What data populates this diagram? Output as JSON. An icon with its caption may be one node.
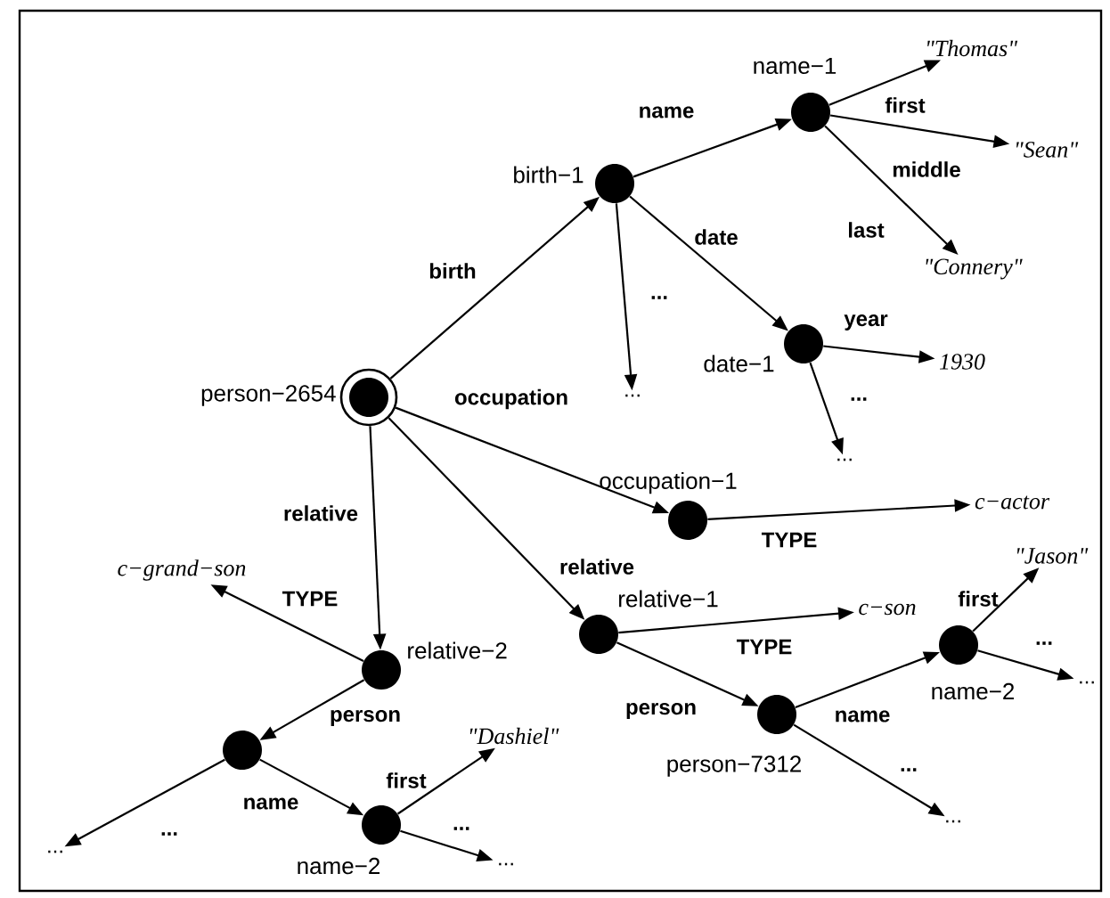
{
  "diagram": {
    "nodes": [
      {
        "text": [],
        "shape": "circle",
        "beside": [
          "person−2654"
        ]
      },
      {
        "text": [],
        "shape": "circle",
        "beside": [
          "birth−1"
        ]
      },
      {
        "text": [],
        "shape": "circle",
        "beside": [
          "name−1"
        ]
      },
      {
        "text": [
          "\"Thomas\""
        ]
      },
      {
        "text": [
          "\"Sean\""
        ]
      },
      {
        "text": [
          "\"Connery\""
        ]
      },
      {
        "text": [
          "..."
        ]
      },
      {
        "text": [],
        "shape": "circle",
        "beside": [
          "date−1"
        ]
      },
      {
        "text": [
          "1930"
        ]
      },
      {
        "text": [
          "..."
        ]
      },
      {
        "text": [],
        "shape": "circle",
        "beside": [
          "occupation−1"
        ]
      },
      {
        "text": [
          "c−actor"
        ]
      },
      {
        "text": [],
        "shape": "circle",
        "beside": [
          "relative−2"
        ]
      },
      {
        "text": [
          "c−grand−son"
        ]
      },
      {
        "text": [],
        "shape": "circle",
        "beside": [
          "relative−1"
        ]
      },
      {
        "text": [
          "c−son"
        ]
      },
      {
        "text": [],
        "shape": "circle",
        "beside": [
          "person−7312"
        ]
      },
      {
        "text": [],
        "shape": "circle",
        "beside": [
          "name−2"
        ]
      },
      {
        "text": [
          "\"Jason\""
        ]
      },
      {
        "text": [
          "..."
        ]
      },
      {
        "text": [
          "..."
        ]
      },
      {
        "text": [],
        "shape": "circle"
      },
      {
        "text": [],
        "shape": "circle",
        "beside": [
          "name−2"
        ]
      },
      {
        "text": [
          "\"Dashiel\""
        ]
      },
      {
        "text": [
          "..."
        ]
      },
      {
        "text": [
          "..."
        ]
      }
    ],
    "edges": [
      {
        "from": 0,
        "to": 1,
        "arrow": "to",
        "label": "birth"
      },
      {
        "from": 1,
        "to": 2,
        "arrow": "to",
        "label": "name"
      },
      {
        "from": 2,
        "to": 3,
        "arrow": "to",
        "label": "first"
      },
      {
        "from": 2,
        "to": 4,
        "arrow": "to",
        "label": "middle"
      },
      {
        "from": 2,
        "to": 5,
        "arrow": "to",
        "label": "last"
      },
      {
        "from": 1,
        "to": 6,
        "arrow": "to",
        "label": "..."
      },
      {
        "from": 1,
        "to": 7,
        "arrow": "to",
        "label": "date"
      },
      {
        "from": 7,
        "to": 8,
        "arrow": "to",
        "label": "year"
      },
      {
        "from": 7,
        "to": 9,
        "arrow": "to",
        "label": "..."
      },
      {
        "from": 0,
        "to": 10,
        "arrow": "to",
        "label": "occupation"
      },
      {
        "from": 10,
        "to": 11,
        "arrow": "to",
        "label": "TYPE"
      },
      {
        "from": 0,
        "to": 12,
        "arrow": "to",
        "label": "relative"
      },
      {
        "from": 0,
        "to": 14,
        "arrow": "to",
        "label": "relative"
      },
      {
        "from": 12,
        "to": 13,
        "arrow": "to",
        "label": "TYPE"
      },
      {
        "from": 14,
        "to": 15,
        "arrow": "to",
        "label": "TYPE"
      },
      {
        "from": 12,
        "to": 21,
        "arrow": "to",
        "label": "person"
      },
      {
        "from": 14,
        "to": 16,
        "arrow": "to",
        "label": "person"
      },
      {
        "from": 16,
        "to": 17,
        "arrow": "to",
        "label": "name"
      },
      {
        "from": 17,
        "to": 18,
        "arrow": "to",
        "label": "first"
      },
      {
        "from": 17,
        "to": 19,
        "arrow": "to",
        "label": "..."
      },
      {
        "from": 16,
        "to": 20,
        "arrow": "to",
        "label": "..."
      },
      {
        "from": 21,
        "to": 22,
        "arrow": "to",
        "label": "name"
      },
      {
        "from": 22,
        "to": 23,
        "arrow": "to",
        "label": "first"
      },
      {
        "from": 22,
        "to": 24,
        "arrow": "to",
        "label": "..."
      },
      {
        "from": 21,
        "to": 25,
        "arrow": "to",
        "label": "..."
      }
    ]
  }
}
